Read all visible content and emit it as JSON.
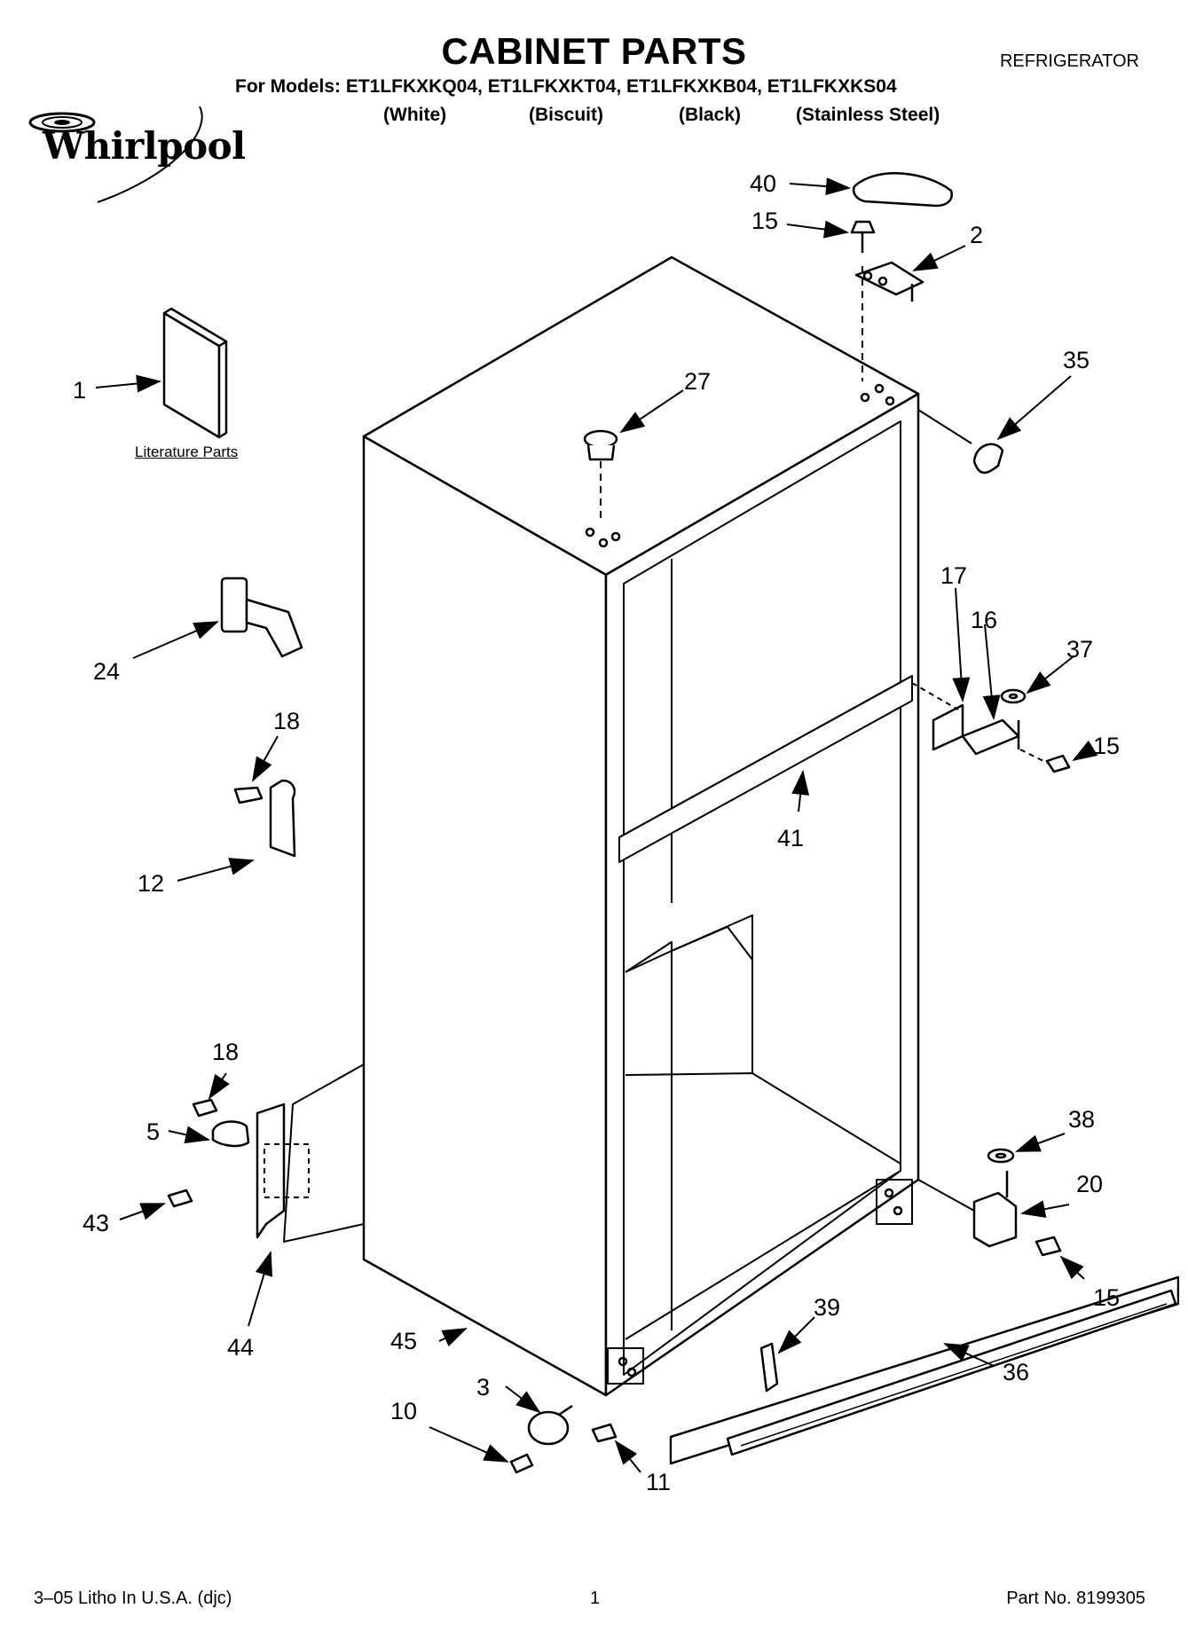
{
  "header": {
    "title": "CABINET PARTS",
    "doc_type": "REFRIGERATOR",
    "models_line": "For Models: ET1LFKXKQ04, ET1LFKXKT04, ET1LFKXKB04, ET1LFKXKS04",
    "variants": [
      "(White)",
      "(Biscuit)",
      "(Black)",
      "(Stainless Steel)"
    ]
  },
  "logo": {
    "brand": "Whirlpool"
  },
  "literature_label": "Literature Parts",
  "callouts": {
    "c1": "1",
    "c2": "2",
    "c3": "3",
    "c5": "5",
    "c10": "10",
    "c11": "11",
    "c12": "12",
    "c15a": "15",
    "c15b": "15",
    "c15c": "15",
    "c16": "16",
    "c17": "17",
    "c18a": "18",
    "c18b": "18",
    "c20": "20",
    "c24": "24",
    "c27": "27",
    "c35": "35",
    "c36": "36",
    "c37": "37",
    "c38": "38",
    "c39": "39",
    "c40": "40",
    "c41": "41",
    "c43": "43",
    "c44": "44",
    "c45": "45"
  },
  "footer": {
    "litho": "3–05 Litho In U.S.A. (djc)",
    "page": "1",
    "part_no": "Part No. 8199305"
  }
}
